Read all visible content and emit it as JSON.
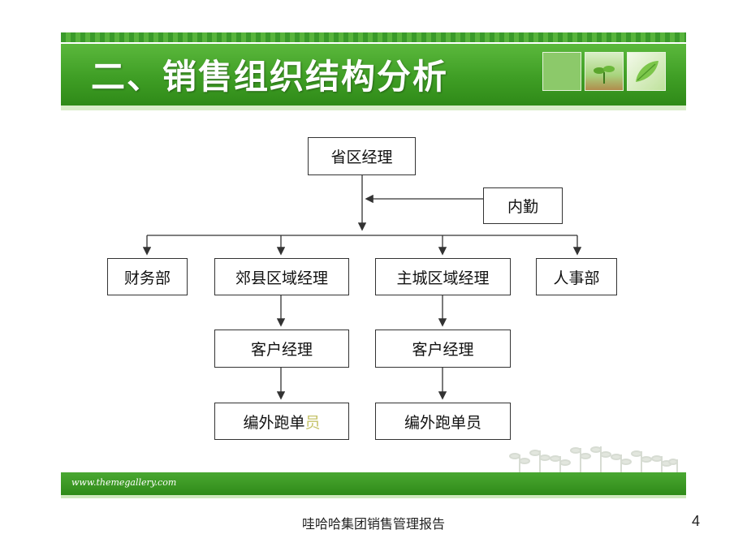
{
  "slide": {
    "title": "二、销售组织结构分析",
    "site_url": "www.themegallery.com",
    "caption": "哇哈哈集团销售管理报告",
    "page_number": "4"
  },
  "org": {
    "top": "省区经理",
    "assistant": "内勤",
    "dept_finance": "财务部",
    "suburban_manager": "郊县区域经理",
    "urban_manager": "主城区域经理",
    "dept_hr": "人事部",
    "account_manager_left": "客户经理",
    "account_manager_right": "客户经理",
    "field_staff_left_main": "编外跑单",
    "field_staff_left_tail": "员",
    "field_staff_right": "编外跑单员"
  },
  "colors": {
    "header_green": "#3f9e25",
    "highlight_text": "#c6c36a"
  }
}
